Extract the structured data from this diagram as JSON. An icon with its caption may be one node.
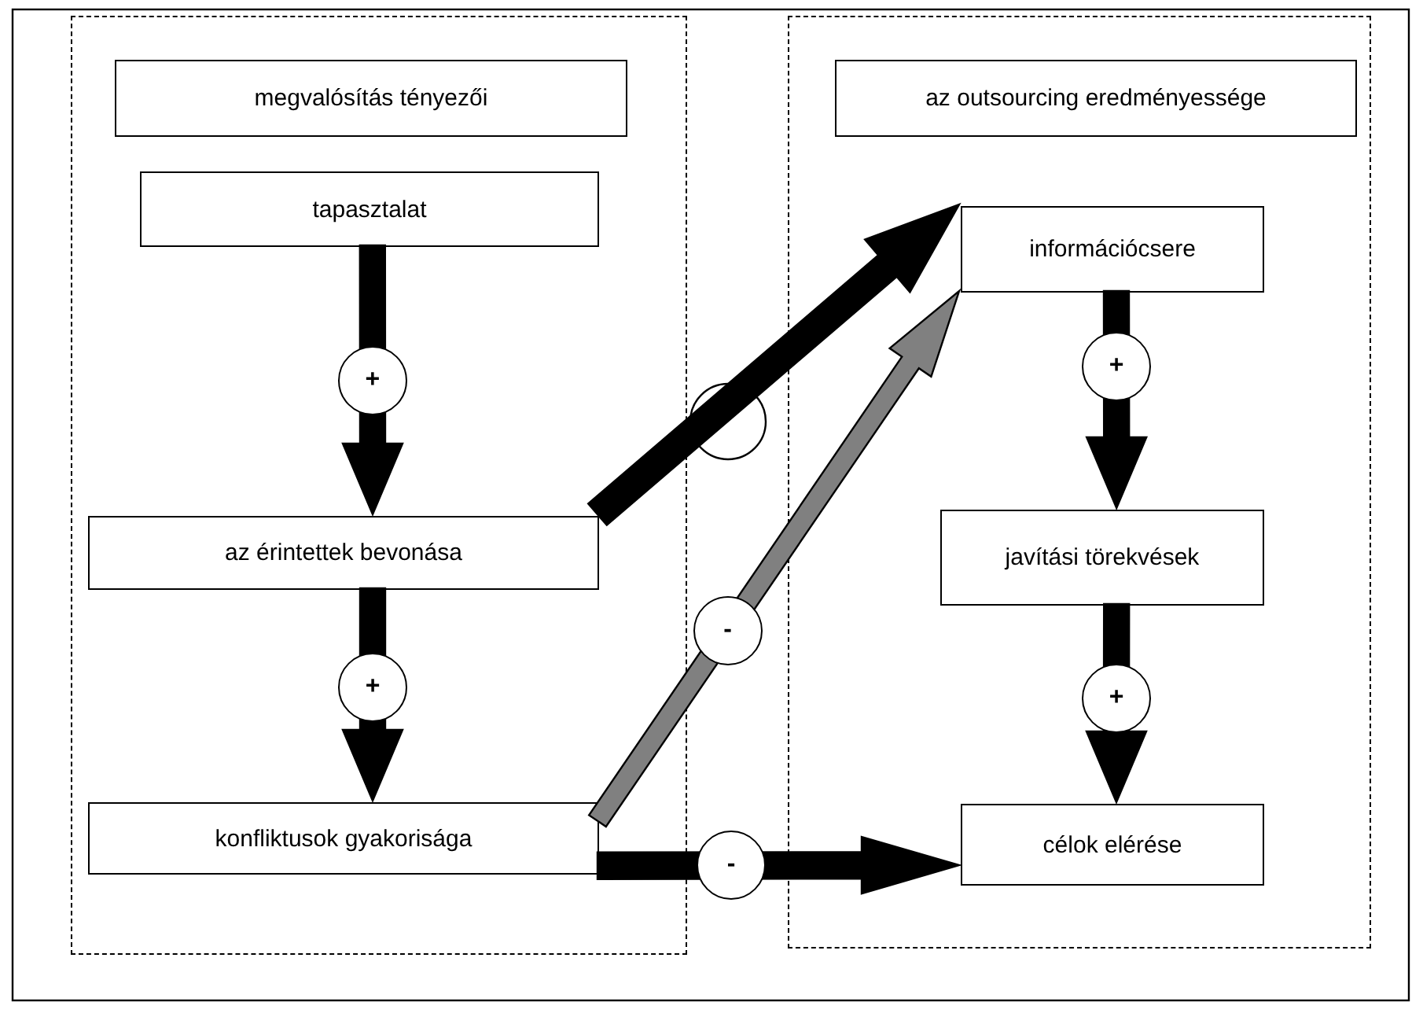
{
  "diagram": {
    "nodes": [
      {
        "text": [],
        "shape": "box"
      },
      {
        "text": [
          "megvalósítás tényezői"
        ],
        "in": 0
      },
      {
        "text": [
          "tapasztalat"
        ],
        "in": 0
      },
      {
        "text": [
          "az érintettek bevonása"
        ],
        "in": 0
      },
      {
        "text": [
          "konfliktusok gyakorisága"
        ],
        "in": 0
      },
      {
        "text": [],
        "shape": "box"
      },
      {
        "text": [
          "az outsourcing eredményessége"
        ],
        "in": 5
      },
      {
        "text": [
          "információcsere"
        ],
        "in": 5
      },
      {
        "text": [
          "javítási törekvések"
        ],
        "in": 5
      },
      {
        "text": [
          "célok elérése"
        ],
        "in": 5
      }
    ],
    "edges": [
      {
        "from": 2,
        "to": 3,
        "arrow": "to",
        "label": "+"
      },
      {
        "from": 3,
        "to": 4,
        "arrow": "to",
        "label": "+"
      },
      {
        "from": 7,
        "to": 8,
        "arrow": "to",
        "label": "+"
      },
      {
        "from": 8,
        "to": 9,
        "arrow": "to",
        "label": "+"
      },
      {
        "from": 3,
        "to": 7,
        "arrow": "to"
      },
      {
        "from": 4,
        "to": 7,
        "arrow": "to",
        "label": "-",
        "color": "#808080"
      },
      {
        "from": 4,
        "to": 9,
        "arrow": "to",
        "label": "-"
      }
    ]
  }
}
